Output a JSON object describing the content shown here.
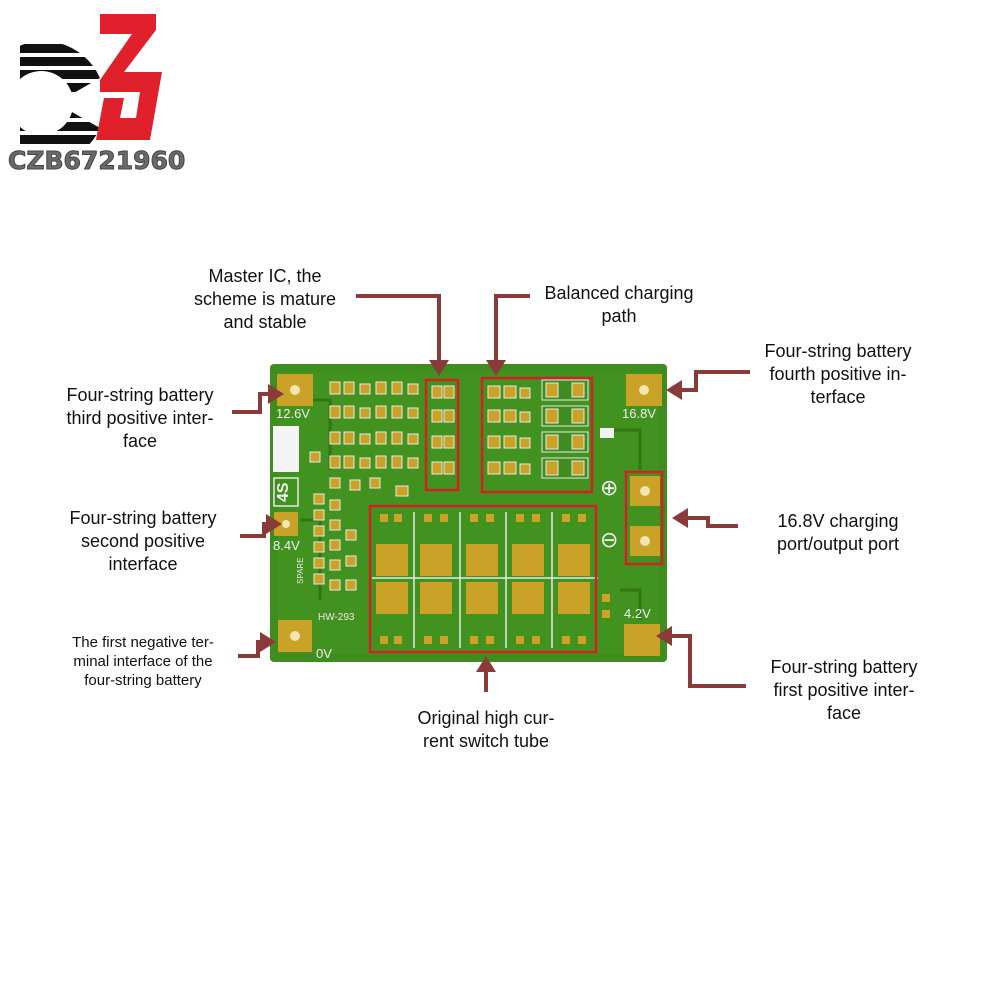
{
  "brand": {
    "text": "CZB6721960",
    "colors": {
      "dark": "#111111",
      "red": "#e0202a",
      "gray": "#6a6a6a"
    }
  },
  "board": {
    "silkscreen": {
      "v12_6": "12.6V",
      "v16_8": "16.8V",
      "v8_4": "8.4V",
      "v4_2": "4.2V",
      "v0": "0V",
      "model_4s": "4S",
      "part_no": "HW-293",
      "spare": "SPARE",
      "plus": "⊕",
      "minus": "⊖"
    },
    "colors": {
      "pcb": "#3f8d1f",
      "pcb_dark": "#2f6f14",
      "pad": "#c9a227",
      "highlight": "#d32222"
    }
  },
  "annotations": {
    "master_ic": "Master IC, the\nscheme is mature\nand stable",
    "balanced_path": "Balanced charging\npath",
    "third_positive": "Four-string battery\nthird positive inter-\nface",
    "fourth_positive": "Four-string battery\nfourth positive in-\nterface",
    "second_positive": "Four-string battery\nsecond positive\ninterface",
    "charging_port": "16.8V charging\nport/output port",
    "first_negative": "The first negative ter-\nminal interface of the\nfour-string battery",
    "first_positive": "Four-string battery\nfirst positive inter-\nface",
    "switch_tube": "Original high cur-\nrent switch tube",
    "arrow_color": "#8b3a3a"
  }
}
